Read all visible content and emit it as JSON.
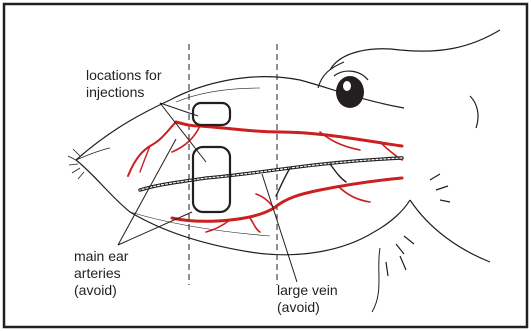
{
  "figure": {
    "labels": {
      "injection_sites": [
        "locations for",
        "injections"
      ],
      "arteries": [
        "main ear",
        "arteries",
        "(avoid)"
      ],
      "vein": [
        "large vein",
        "(avoid)"
      ]
    },
    "colors": {
      "artery": "#cc1f1f",
      "outline": "#231f20",
      "frame": "#231f20",
      "background": "#ffffff"
    }
  }
}
